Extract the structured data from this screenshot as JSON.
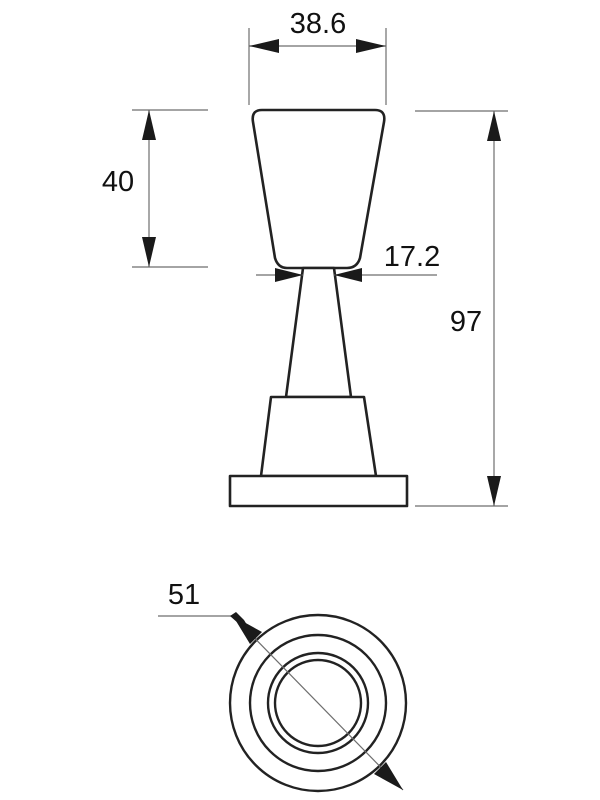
{
  "drawing": {
    "title": "Door stop technical drawing",
    "units": "mm",
    "dimensions": {
      "top_width": "38.6",
      "knob_height": "40",
      "neck_width": "17.2",
      "total_height": "97",
      "base_diameter": "51"
    },
    "views": [
      "side-elevation",
      "top-plan"
    ]
  }
}
